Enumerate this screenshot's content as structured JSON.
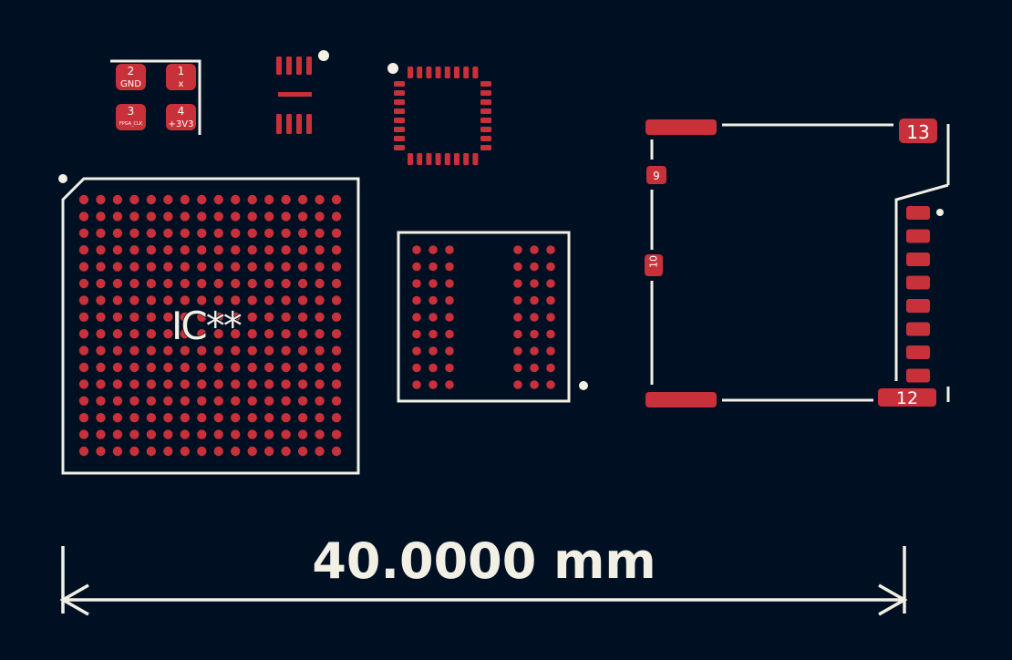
{
  "colors": {
    "background": "#001023",
    "copper_pad": "#c8303a",
    "silkscreen": "#f2efe4",
    "pad_text": "#ffffff"
  },
  "header_2x2": {
    "pads": [
      {
        "number": "2",
        "net": "GND"
      },
      {
        "number": "1",
        "net": "x"
      },
      {
        "number": "3",
        "net": "FPGA_CLK"
      },
      {
        "number": "4",
        "net": "+3V3"
      }
    ]
  },
  "big_bga": {
    "reference": "IC**",
    "rows": 16,
    "cols": 16
  },
  "small_bga": {
    "rows": 9,
    "cols_per_side": 3
  },
  "sd_card": {
    "pads": [
      {
        "number": "13"
      },
      {
        "number": "12"
      },
      {
        "number": "9"
      },
      {
        "number": "10"
      }
    ],
    "contact_count": 8
  },
  "dimension": {
    "label": "40.0000 mm"
  }
}
